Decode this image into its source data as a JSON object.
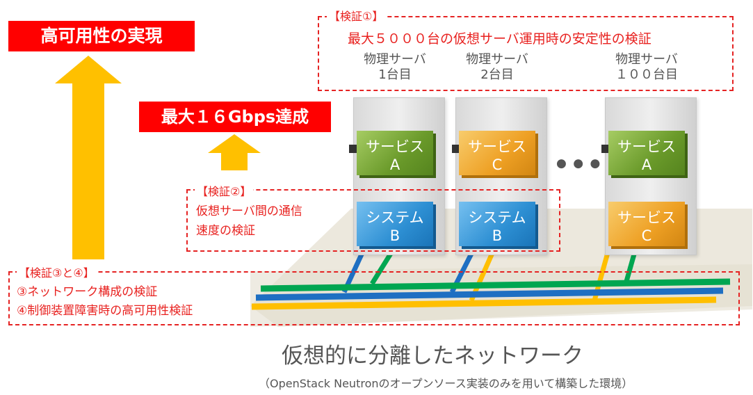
{
  "top_left_banner": "高可用性の実現",
  "speed_banner": "最大１６Gbps達成",
  "verify1": {
    "tag": "【検証①】",
    "title": "最大５０００台の仮想サーバ運用時の安定性の検証",
    "servers": [
      {
        "line1": "物理サーバ",
        "line2": "1台目"
      },
      {
        "line1": "物理サーバ",
        "line2": "2台目"
      },
      {
        "line1": "物理サーバ",
        "line2": "１００台目"
      }
    ]
  },
  "verify2": {
    "tag": "【検証②】",
    "line1": "仮想サーバ間の通信",
    "line2": "速度の検証"
  },
  "verify34": {
    "tag": "【検証③と④】",
    "line1": "③ネットワーク構成の検証",
    "line2": "④制御装置障害時の高可用性検証"
  },
  "cubes": {
    "rack1_top": {
      "line1": "サービス",
      "line2": "A"
    },
    "rack1_bottom": {
      "line1": "システム",
      "line2": "B"
    },
    "rack2_top": {
      "line1": "サービス",
      "line2": "C"
    },
    "rack2_bottom": {
      "line1": "システム",
      "line2": "B"
    },
    "rack3_top": {
      "line1": "サービス",
      "line2": "A"
    },
    "rack3_bottom": {
      "line1": "サービス",
      "line2": "C"
    }
  },
  "ellipsis": "● ● ●",
  "network_title": "仮想的に分離したネットワーク",
  "network_subtitle": "（OpenStack Neutronのオープンソース実装のみを用いて構築した環境）",
  "colors": {
    "red": "#ff0000",
    "arrow": "#ffc000",
    "line_green": "#00a651",
    "line_blue": "#1e6fc2",
    "line_yellow": "#ffbf00"
  }
}
